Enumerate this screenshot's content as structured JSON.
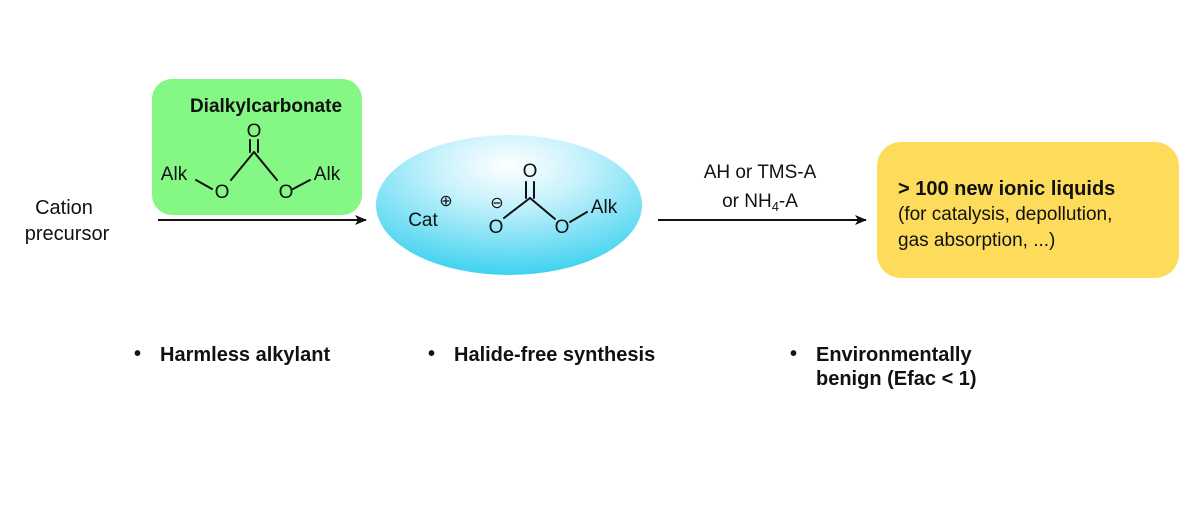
{
  "reactant": {
    "label_line1": "Cation",
    "label_line2": "precursor"
  },
  "reagent_box": {
    "title": "Dialkylcarbonate",
    "atom_O_top": "O",
    "atom_alk_left": "Alk",
    "atom_O_left": "O",
    "atom_O_right": "O",
    "atom_alk_right": "Alk",
    "fill_color": "#84f784"
  },
  "intermediate": {
    "cation": "Cat",
    "cation_charge": "⊕",
    "anion_charge": "⊖",
    "atom_O_top": "O",
    "atom_O_minus": "O",
    "atom_O_bridge": "O",
    "atom_alk": "Alk",
    "fill_color": "#42d4f0"
  },
  "step2": {
    "reagent_line1": "AH or TMS-A",
    "reagent_line2_prefix": "or NH",
    "reagent_line2_sub": "4",
    "reagent_line2_suffix": "-A"
  },
  "product": {
    "title": "> 100 new ionic liquids",
    "line1": "(for catalysis, depollution,",
    "line2": "gas absorption, ...)",
    "fill_color": "#fddc5c"
  },
  "bullets": [
    {
      "marker": "•",
      "text": "Harmless alkylant"
    },
    {
      "marker": "•",
      "text": "Halide-free synthesis"
    },
    {
      "marker": "•",
      "line1": "Environmentally",
      "line2": "benign (Efac < 1)"
    }
  ]
}
